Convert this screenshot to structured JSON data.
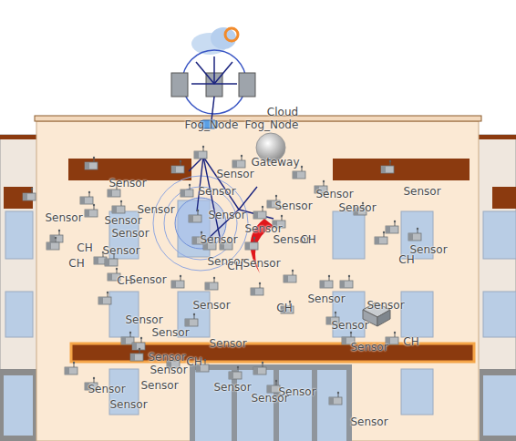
{
  "diagram": {
    "nodes": [
      {
        "text": [
          "Cloud"
        ]
      },
      {
        "text": [
          "Fog_Node"
        ]
      },
      {
        "text": [
          "Fog_Node"
        ]
      },
      {
        "text": [
          "Gateway"
        ]
      }
    ],
    "labels": [
      "Sensor",
      "Sensor",
      "Sensor",
      "Sensor",
      "Sensor",
      "Sensor",
      "Sensor",
      "Sensor",
      "Sensor",
      "Sensor",
      "Sensor",
      "Sensor",
      "Sensor",
      "Sensor",
      "Sensor",
      "CH",
      "CH",
      "Sensor",
      "Sensor",
      "CH",
      "CH",
      "Sensor",
      "CH",
      "Sensor",
      "CH",
      "Sensor",
      "Sensor",
      "Sensor",
      "Sensor",
      "CH",
      "Sensor",
      "Sensor",
      "Sensor",
      "Sensor",
      "CH",
      "Sensor",
      "Sensor",
      "CH",
      "Sensor",
      "Sensor",
      "Sensor",
      "Sensor",
      "Sensor",
      "Sensor",
      "Sensor",
      "Sensor"
    ]
  }
}
